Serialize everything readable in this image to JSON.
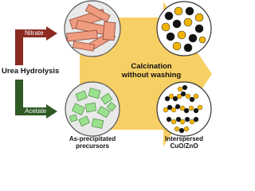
{
  "left_label": "Urea Hydrolysis",
  "branches": [
    {
      "label": "Nitrate",
      "color": "#8b2b22"
    },
    {
      "label": "Acetate",
      "color": "#2f5a24"
    }
  ],
  "center_text": [
    "Calcination",
    "without washing"
  ],
  "bottom_labels": [
    [
      "As-precipitated",
      "precursors"
    ],
    [
      "Interspersed",
      "CuO/ZnO"
    ]
  ],
  "colors": {
    "big_arrow": "#f6c84a",
    "nitrate_crystal": "#ee9b7f",
    "acetate_crystal": "#9be08f",
    "cuo_particle": "#111111",
    "zno_particle": "#f0b400"
  }
}
